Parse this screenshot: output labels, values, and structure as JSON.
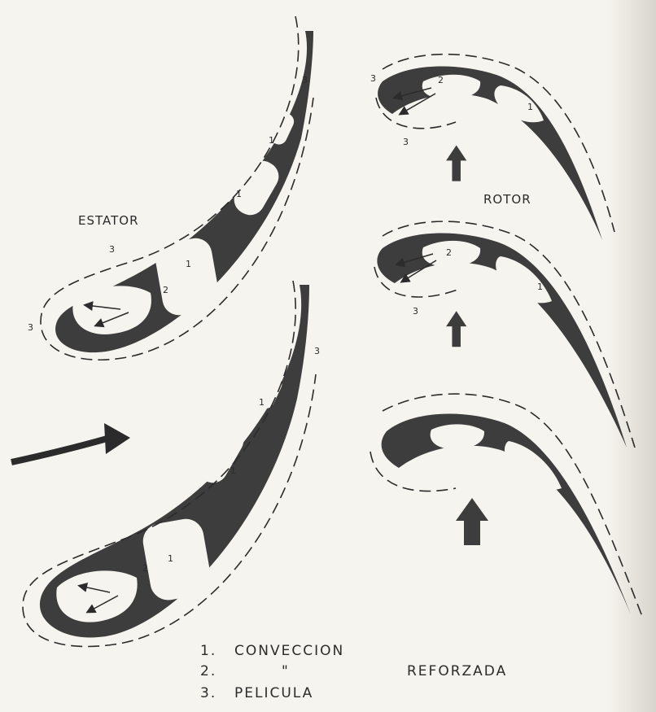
{
  "labels": {
    "estator": "ESTATOR",
    "rotor": "ROTOR"
  },
  "legend": [
    {
      "num": "1.",
      "text": "CONVECCION"
    },
    {
      "num": "2.",
      "text": "\"",
      "extra": "REFORZADA"
    },
    {
      "num": "3.",
      "text": "PELICULA"
    }
  ],
  "callouts": {
    "one": "1",
    "two": "2",
    "three": "3"
  },
  "colors": {
    "blade_fill": "#3d3d3d",
    "paper": "#f6f4ee",
    "ink": "#2b2b2b"
  }
}
